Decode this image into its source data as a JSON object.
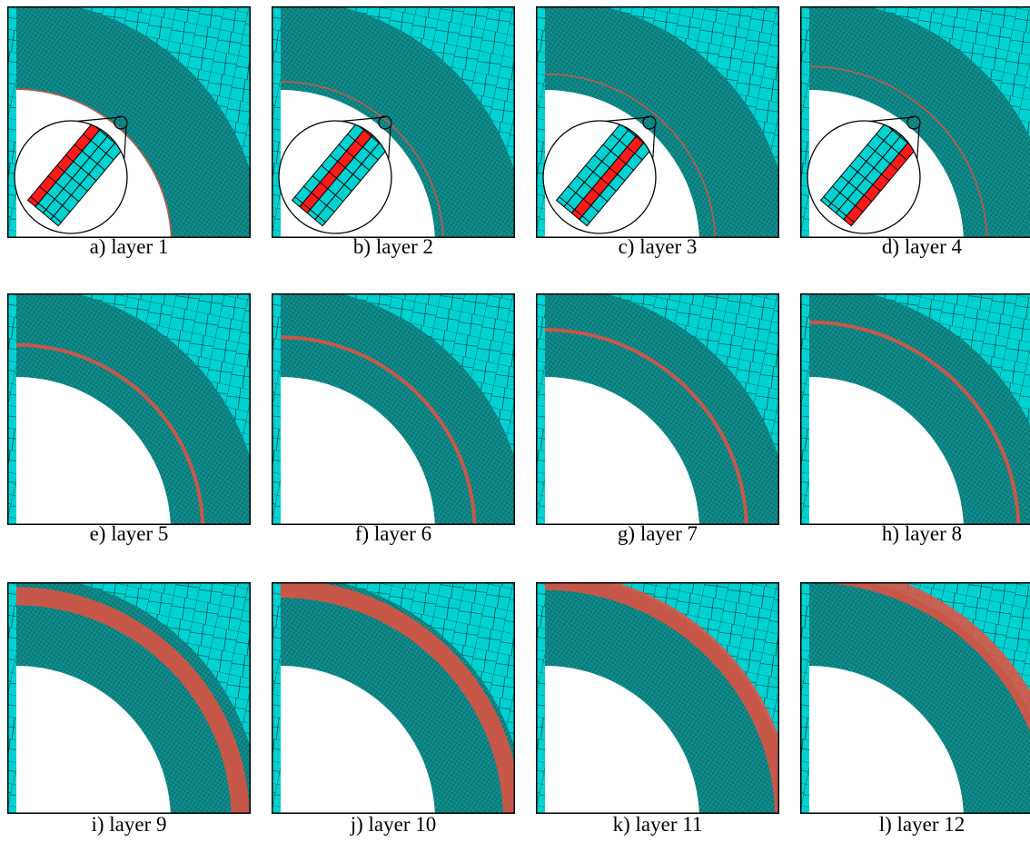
{
  "colors": {
    "mesh_fill": "#00d2d2",
    "mesh_dense": "#0f8f8f",
    "mesh_lines": "#0a2222",
    "highlight_layer": "#e8503e",
    "zoom_highlight": "#ff1a1a",
    "void": "#ffffff",
    "frame": "#000000"
  },
  "panels": [
    {
      "caption": "a) layer 1",
      "layer": 1,
      "zoom_inset": true,
      "inset_band": 1
    },
    {
      "caption": "b) layer 2",
      "layer": 2,
      "zoom_inset": true,
      "inset_band": 2
    },
    {
      "caption": "c) layer 3",
      "layer": 3,
      "zoom_inset": true,
      "inset_band": 3
    },
    {
      "caption": "d) layer 4",
      "layer": 4,
      "zoom_inset": true,
      "inset_band": 4
    },
    {
      "caption": "e) layer 5",
      "layer": 5,
      "zoom_inset": false
    },
    {
      "caption": "f) layer 6",
      "layer": 6,
      "zoom_inset": false
    },
    {
      "caption": "g) layer 7",
      "layer": 7,
      "zoom_inset": false
    },
    {
      "caption": "h) layer 8",
      "layer": 8,
      "zoom_inset": false
    },
    {
      "caption": "i) layer 9",
      "layer": 9,
      "zoom_inset": false
    },
    {
      "caption": "j) layer 10",
      "layer": 10,
      "zoom_inset": false
    },
    {
      "caption": "k) layer 11",
      "layer": 11,
      "zoom_inset": false
    },
    {
      "caption": "l) layer 12",
      "layer": 12,
      "zoom_inset": false
    }
  ]
}
